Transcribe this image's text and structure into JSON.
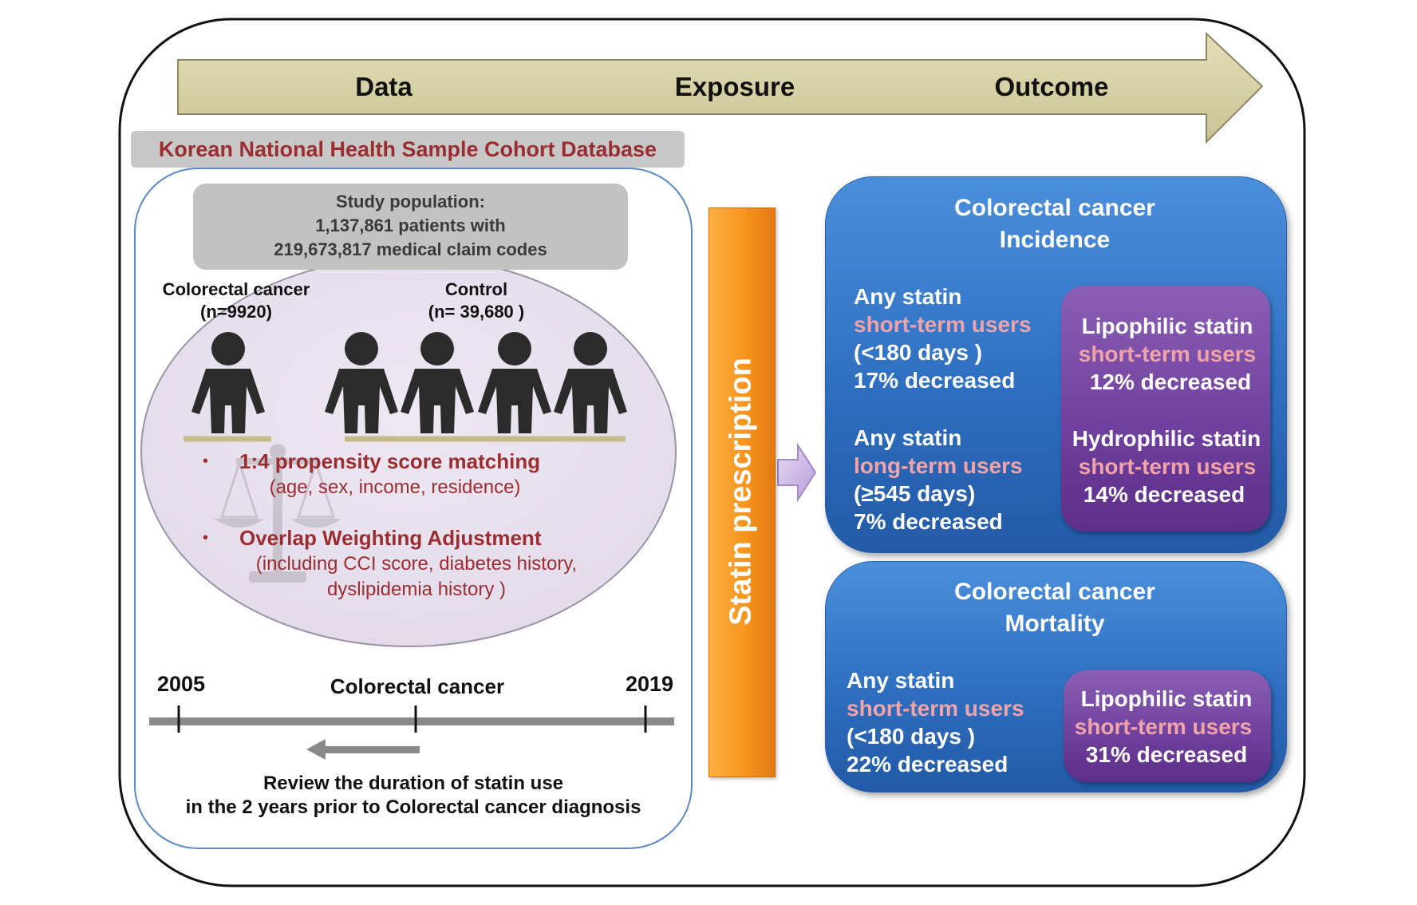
{
  "stages": {
    "data": "Data",
    "exposure": "Exposure",
    "outcome": "Outcome"
  },
  "database": "Korean National Health Sample Cohort Database",
  "study_population": {
    "line1": "Study population:",
    "line2": "1,137,861 patients with",
    "line3": "219,673,817 medical claim codes"
  },
  "groups": {
    "case_label": "Colorectal cancer",
    "case_n": "(n=9920)",
    "control_label": "Control",
    "control_n": "(n= 39,680 )"
  },
  "methods": {
    "bullet": "•",
    "matching_title": "1:4 propensity score matching",
    "matching_sub": "(age, sex, income, residence)",
    "weighting_title": "Overlap Weighting Adjustment",
    "weighting_sub1": "(including CCI score, diabetes history,",
    "weighting_sub2": "dyslipidemia history )"
  },
  "timeline": {
    "start_year": "2005",
    "end_year": "2019",
    "event": "Colorectal cancer",
    "review_line1": "Review the duration of statin use",
    "review_line2": "in the 2 years prior to Colorectal cancer diagnosis"
  },
  "exposure_label": "Statin prescription",
  "incidence": {
    "title1": "Colorectal cancer",
    "title2": "Incidence",
    "short_term": {
      "drug": "Any statin",
      "users": "short-term users",
      "duration": "(<180 days )",
      "result": "17% decreased"
    },
    "long_term": {
      "drug": "Any statin",
      "users": "long-term users",
      "duration": "(≥545 days)",
      "result": "7% decreased"
    },
    "lipophilic": {
      "drug": "Lipophilic statin",
      "users": "short-term users",
      "result": "12% decreased"
    },
    "hydrophilic": {
      "drug": "Hydrophilic statin",
      "users": "short-term users",
      "result": "14% decreased"
    }
  },
  "mortality": {
    "title1": "Colorectal cancer",
    "title2": "Mortality",
    "short_term": {
      "drug": "Any statin",
      "users": "short-term users",
      "duration": "(<180 days )",
      "result": "22% decreased"
    },
    "lipophilic": {
      "drug": "Lipophilic statin",
      "users": "short-term users",
      "result": "31% decreased"
    }
  },
  "colors": {
    "stage_arrow": "#d6d1a6",
    "accent_red": "#9b2d30",
    "statin_orange": "#f7941d",
    "outcome_blue": "#2f6fc0",
    "outcome_purple": "#6e3f9c",
    "highlight_pink": "#f0a3a8"
  },
  "icons": {
    "person": "person-icon",
    "scale": "balance-scale-icon",
    "right_arrow": "right-arrow-icon",
    "left_arrow": "left-arrow-icon"
  }
}
